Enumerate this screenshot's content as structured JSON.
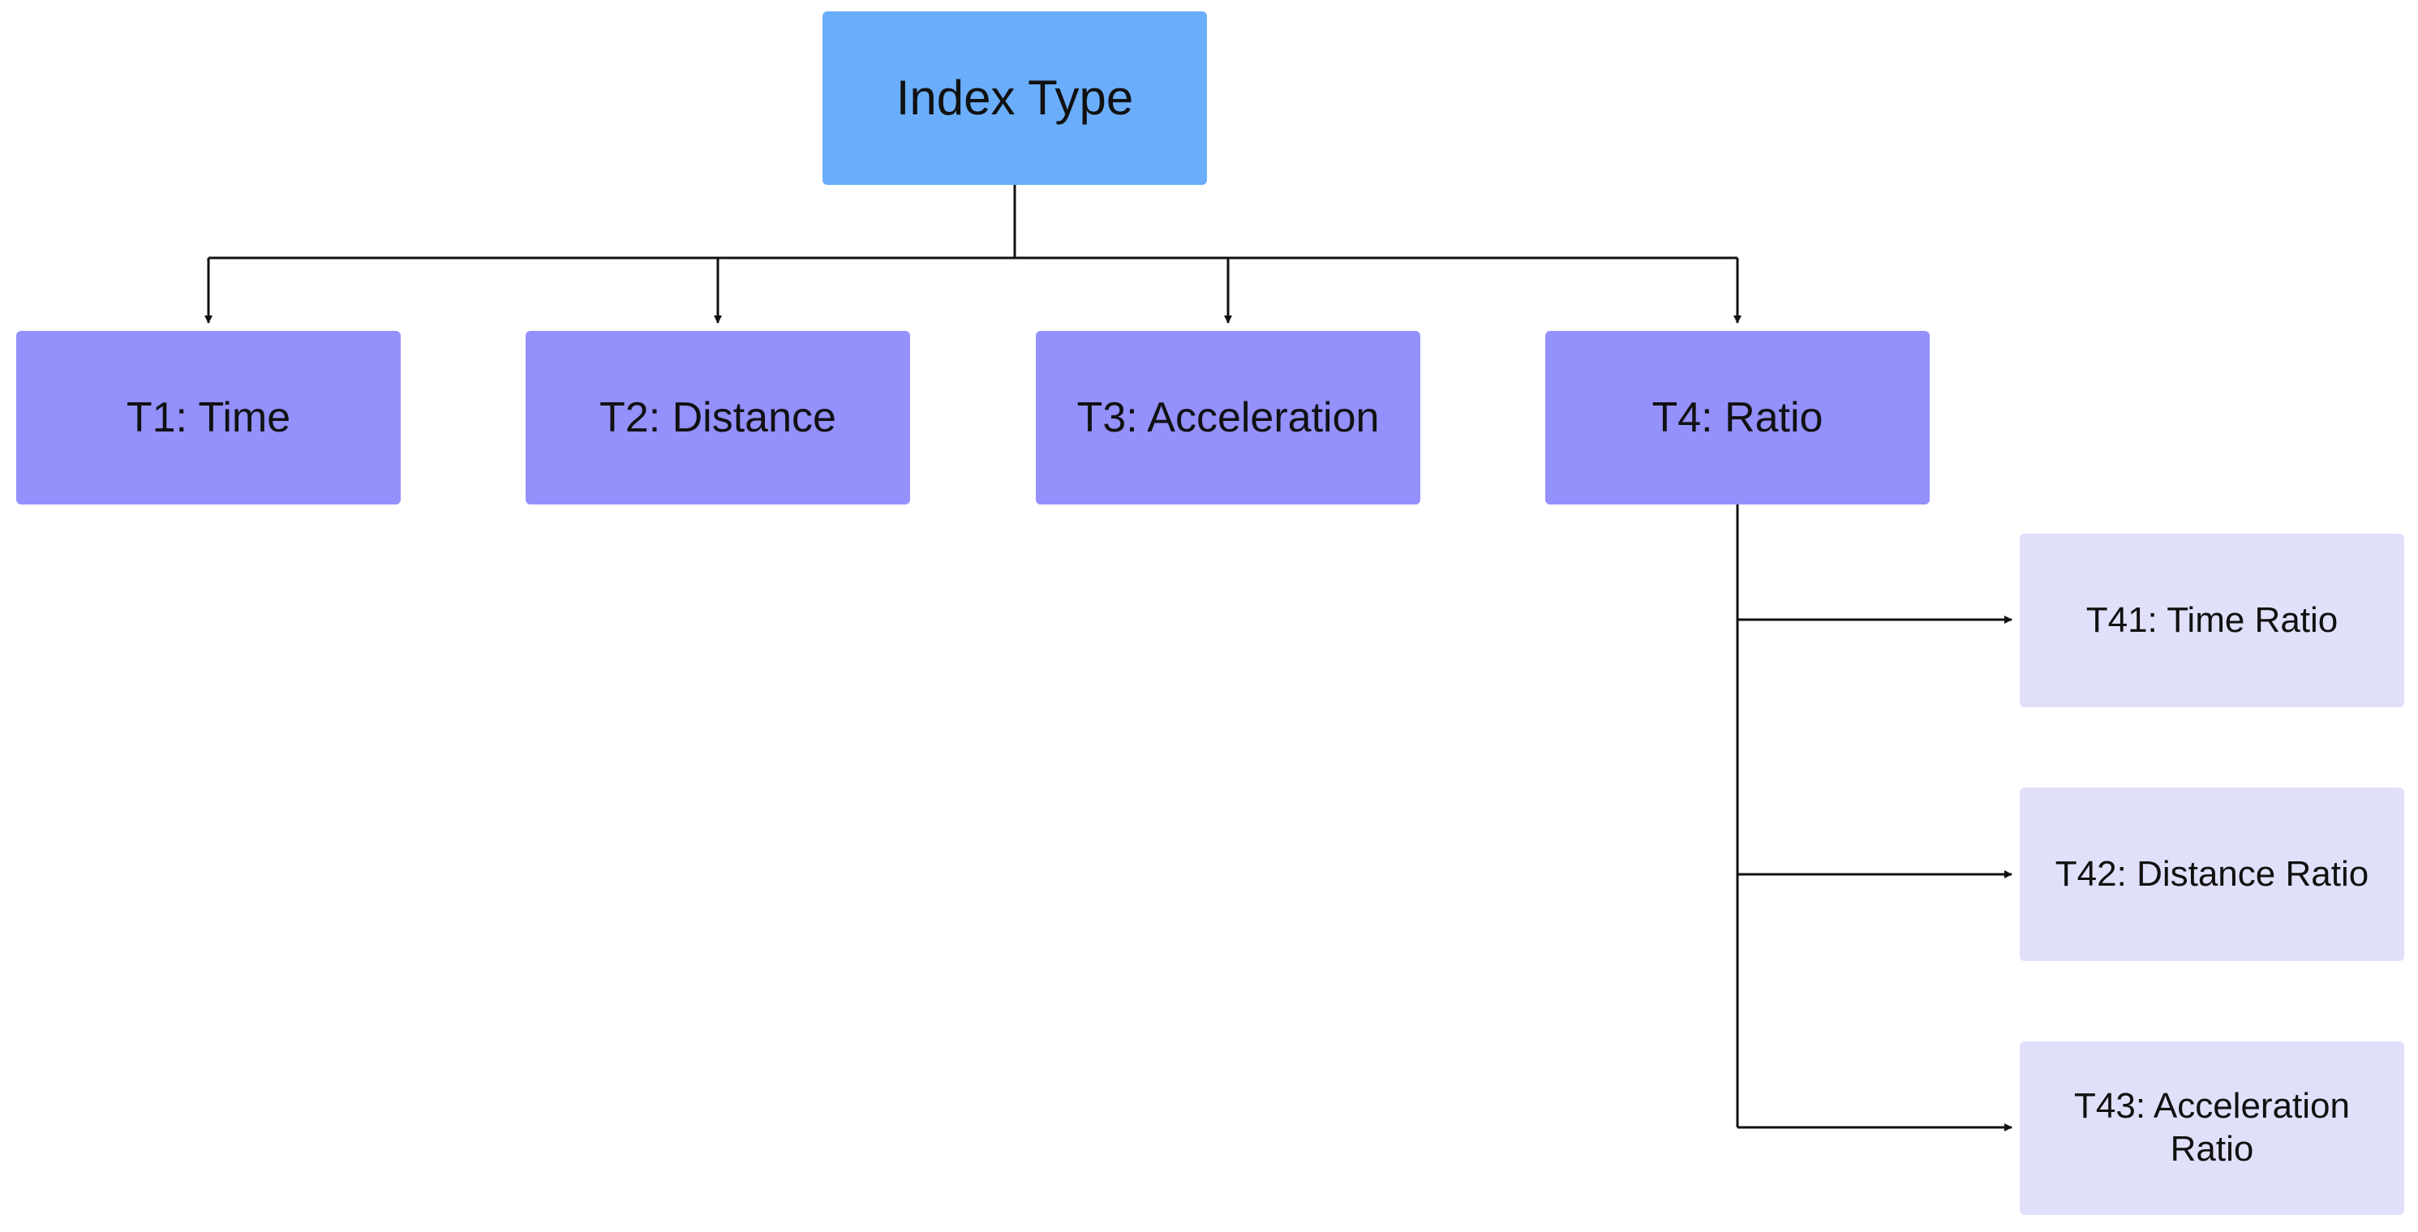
{
  "root": {
    "label": "Index Type",
    "color": "#6aaefb"
  },
  "level1": [
    {
      "id": "T1",
      "label": "T1: Time"
    },
    {
      "id": "T2",
      "label": "T2: Distance"
    },
    {
      "id": "T3",
      "label": "T3: Acceleration"
    },
    {
      "id": "T4",
      "label": "T4: Ratio"
    }
  ],
  "level1_color": "#9490fc",
  "ratio_children": [
    {
      "id": "T41",
      "label": "T41: Time Ratio"
    },
    {
      "id": "T42",
      "label": "T42: Distance Ratio"
    },
    {
      "id": "T43",
      "label": "T43: Acceleration Ratio"
    }
  ],
  "level2_color": "#e0e0fb",
  "connector_color": "#111111"
}
